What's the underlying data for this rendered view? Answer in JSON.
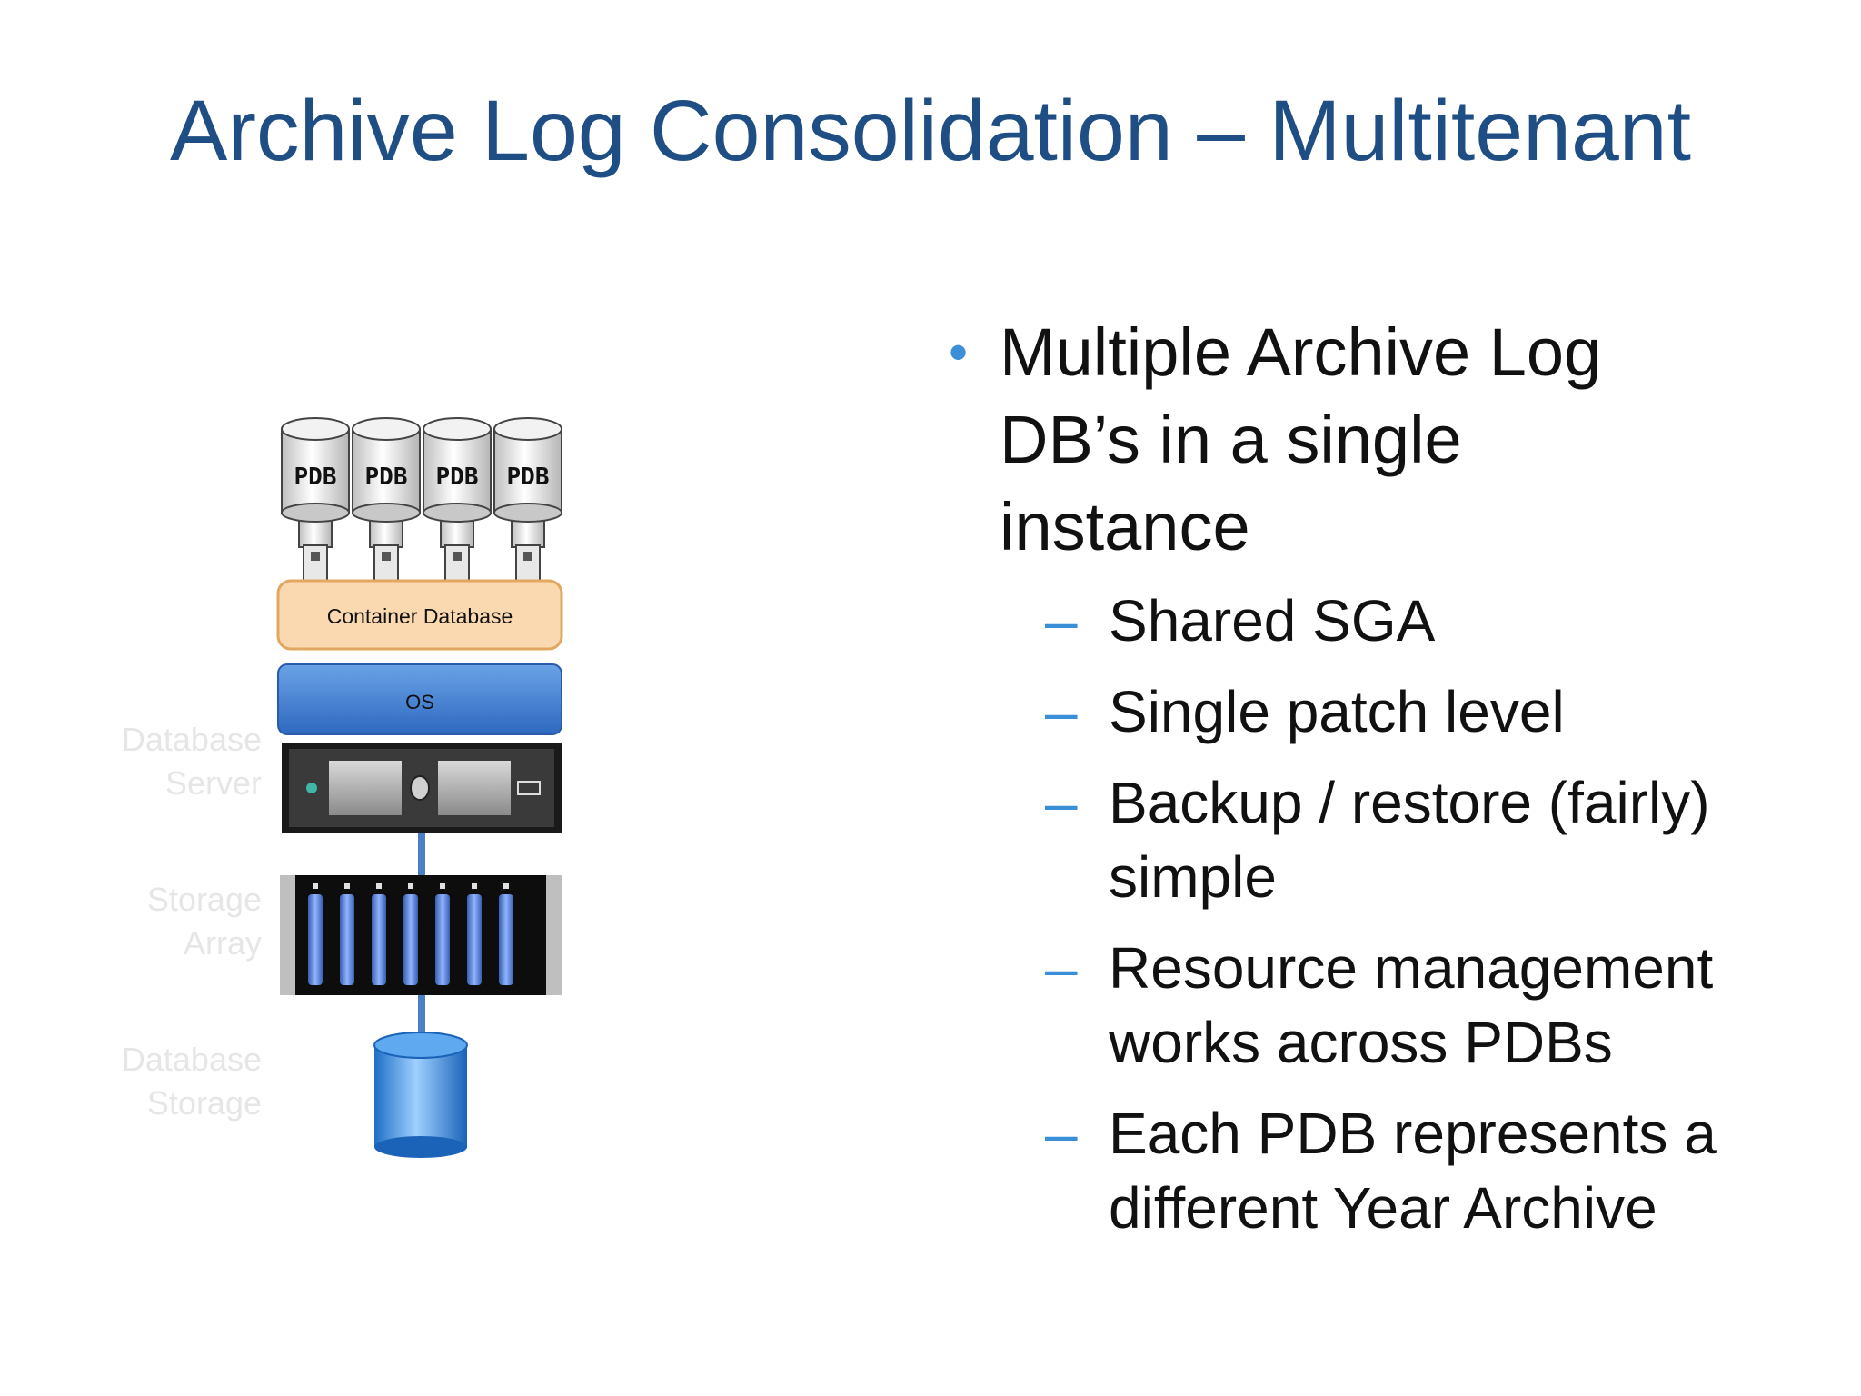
{
  "slide": {
    "title": "Archive Log Consolidation – Multitenant"
  },
  "diagram": {
    "pdb_label": "PDB",
    "pdb_count": 4,
    "container_label": "Container Database",
    "os_label": "OS",
    "side_labels": {
      "database_server": [
        "Database",
        "Server"
      ],
      "storage_array": [
        "Storage",
        "Array"
      ],
      "database_storage": [
        "Database",
        "Storage"
      ]
    },
    "colors": {
      "container_fill": "#fbd9b0",
      "os_fill": "#3f7fd4",
      "storage_fill": "#2f86d6",
      "connector": "#4a7fc8"
    }
  },
  "bullets": {
    "main": "Multiple Archive Log DB’s in a single instance",
    "main_lines": [
      "Multiple Archive Log",
      "DB’s in a single",
      "instance"
    ],
    "dash": "–",
    "sub_items": [
      {
        "lines": [
          "Shared SGA"
        ]
      },
      {
        "lines": [
          "Single patch level"
        ]
      },
      {
        "lines": [
          "Backup / restore (fairly)",
          "simple"
        ]
      },
      {
        "lines": [
          "Resource management",
          "works across PDBs"
        ]
      },
      {
        "lines": [
          "Each PDB represents a",
          "different Year Archive"
        ]
      }
    ],
    "bullet_color": "#3a8fd6"
  }
}
